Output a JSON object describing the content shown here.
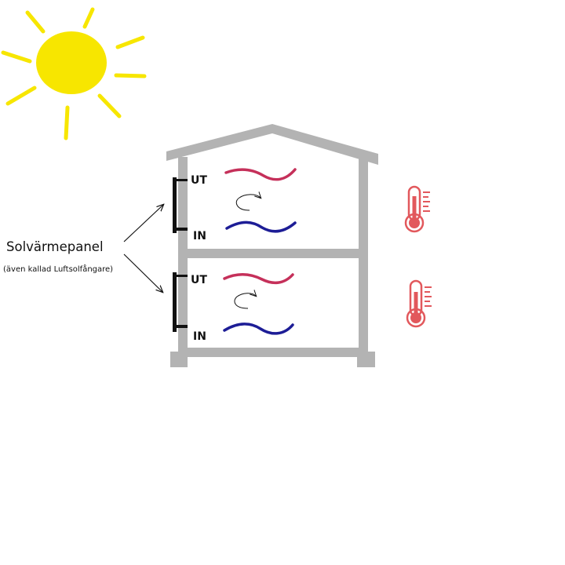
{
  "panel_label": {
    "title": "Solvärmepanel",
    "subtitle": "(även kallad Luftsolfångare)"
  },
  "floors": [
    {
      "out_label": "UT",
      "in_label": "IN"
    },
    {
      "out_label": "UT",
      "in_label": "IN"
    }
  ],
  "icons": {
    "sun": "sun-icon",
    "thermometer": "thermometer-icon",
    "circulation": "circular-arrow-icon"
  },
  "colors": {
    "sun": "#f7e600",
    "house": "#b3b3b3",
    "warm_air": "#c5305a",
    "cool_air": "#1d1d96",
    "thermometer": "#e2585c",
    "panel": "#111111",
    "text": "#111111"
  }
}
